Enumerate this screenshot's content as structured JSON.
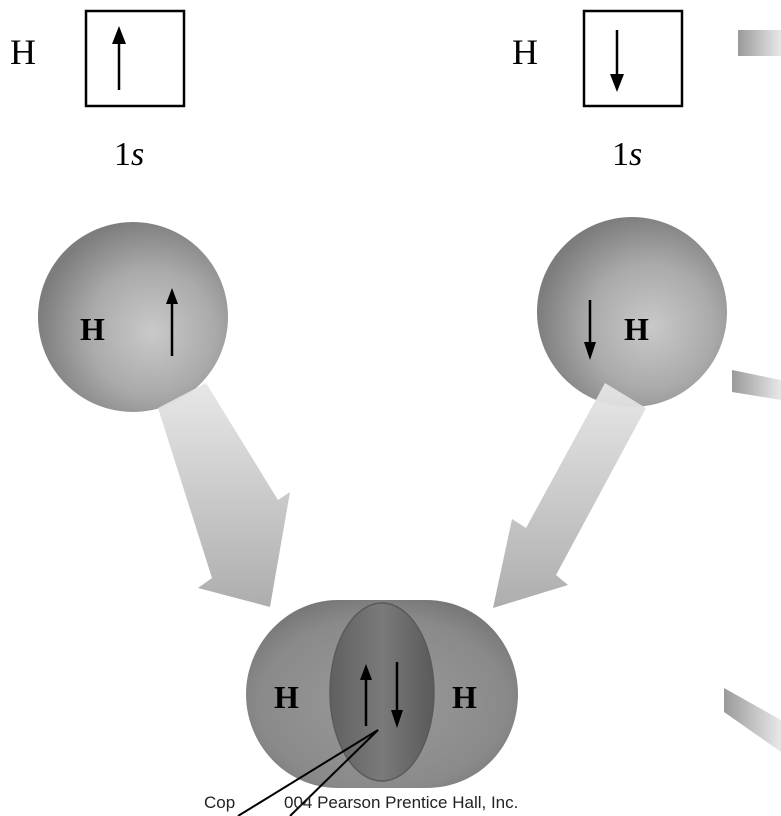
{
  "atoms": {
    "left": {
      "symbol": "H",
      "orbital_number": "1",
      "orbital_letter": "s",
      "spin": "up"
    },
    "right": {
      "symbol": "H",
      "orbital_number": "1",
      "orbital_letter": "s",
      "spin": "down"
    }
  },
  "molecule": {
    "left_symbol": "H",
    "right_symbol": "H"
  },
  "copyright": {
    "prefix": "Cop",
    "suffix": "004 Pearson Prentice Hall, Inc."
  },
  "colors": {
    "sphere_light": "#c8c8c8",
    "sphere_dark": "#7a7a7a",
    "arrow_gray": "#b4b4b4",
    "overlap_dark": "#6a6a6a"
  }
}
